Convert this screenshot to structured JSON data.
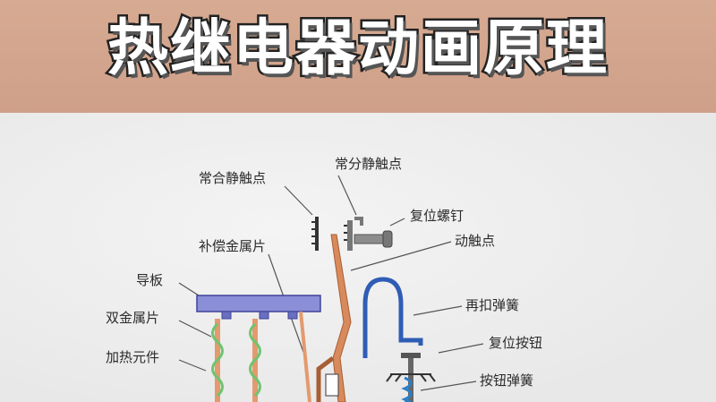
{
  "banner": {
    "title": "热继电器动画原理"
  },
  "diagram": {
    "labels": {
      "normally_closed_contact": "常合静触点",
      "normally_open_contact": "常分静触点",
      "reset_screw": "复位螺钉",
      "compensation_bimetal": "补偿金属片",
      "moving_contact": "动触点",
      "guide_plate": "导板",
      "rebuckle_spring": "再扣弹簧",
      "bimetal_strip": "双金属片",
      "reset_button": "复位按钮",
      "heating_element": "加热元件",
      "button_spring": "按钮弹簧"
    },
    "colors": {
      "guide_plate": "#8a8fd8",
      "bimetal": "#e39a6e",
      "heater": "#6fc46f",
      "spring": "#3a5fb8",
      "button_spring": "#2a7fc8",
      "line": "#555555"
    }
  }
}
